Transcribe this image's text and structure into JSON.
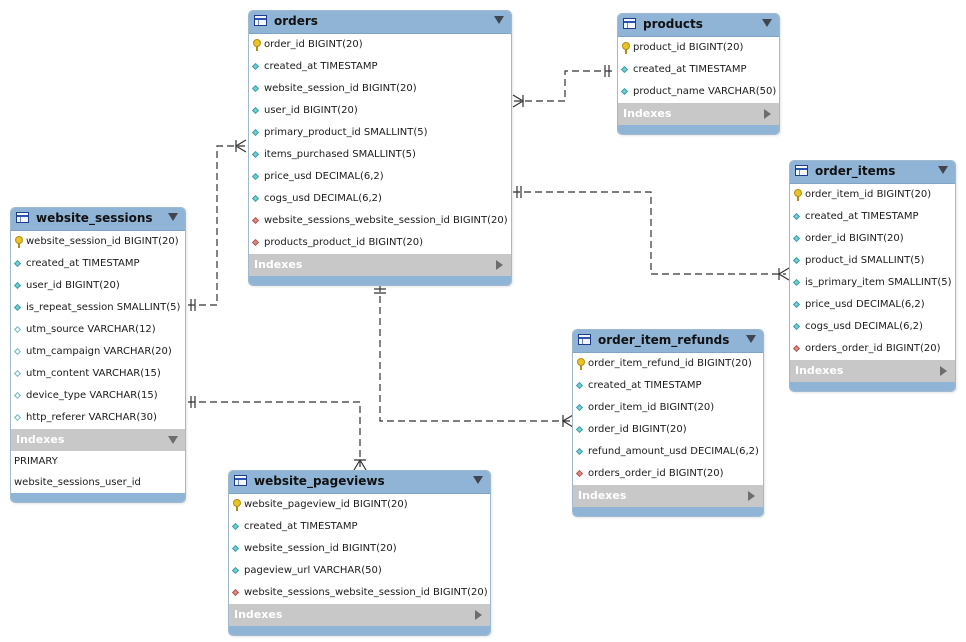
{
  "colors": {
    "header": "#8fb4d6",
    "indexes_bar": "#c8c8c8",
    "line": "#333333"
  },
  "tables": {
    "orders": {
      "name": "orders",
      "columns": [
        "order_id BIGINT(20)",
        "created_at TIMESTAMP",
        "website_session_id BIGINT(20)",
        "user_id BIGINT(20)",
        "primary_product_id SMALLINT(5)",
        "items_purchased SMALLINT(5)",
        "price_usd DECIMAL(6,2)",
        "cogs_usd DECIMAL(6,2)",
        "website_sessions_website_session_id BIGINT(20)",
        "products_product_id BIGINT(20)"
      ],
      "icons": [
        "key-icon",
        "nonnull-column-icon",
        "nonnull-column-icon",
        "nonnull-column-icon",
        "nonnull-column-icon",
        "nonnull-column-icon",
        "nonnull-column-icon",
        "nonnull-column-icon",
        "foreign-key-icon",
        "foreign-key-icon"
      ],
      "indexes_label": "Indexes",
      "indexes": []
    },
    "products": {
      "name": "products",
      "columns": [
        "product_id BIGINT(20)",
        "created_at TIMESTAMP",
        "product_name VARCHAR(50)"
      ],
      "icons": [
        "key-icon",
        "nonnull-column-icon",
        "nonnull-column-icon"
      ],
      "indexes_label": "Indexes",
      "indexes": []
    },
    "order_items": {
      "name": "order_items",
      "columns": [
        "order_item_id BIGINT(20)",
        "created_at TIMESTAMP",
        "order_id BIGINT(20)",
        "product_id SMALLINT(5)",
        "is_primary_item SMALLINT(5)",
        "price_usd DECIMAL(6,2)",
        "cogs_usd DECIMAL(6,2)",
        "orders_order_id BIGINT(20)"
      ],
      "icons": [
        "key-icon",
        "nonnull-column-icon",
        "nonnull-column-icon",
        "nonnull-column-icon",
        "nonnull-column-icon",
        "nonnull-column-icon",
        "nonnull-column-icon",
        "foreign-key-icon"
      ],
      "indexes_label": "Indexes",
      "indexes": []
    },
    "website_sessions": {
      "name": "website_sessions",
      "columns": [
        "website_session_id BIGINT(20)",
        "created_at TIMESTAMP",
        "user_id BIGINT(20)",
        "is_repeat_session SMALLINT(5)",
        "utm_source VARCHAR(12)",
        "utm_campaign VARCHAR(20)",
        "utm_content VARCHAR(15)",
        "device_type VARCHAR(15)",
        "http_referer VARCHAR(30)"
      ],
      "icons": [
        "key-icon",
        "nonnull-column-icon",
        "nonnull-column-icon",
        "nonnull-column-icon",
        "nullable-column-icon",
        "nullable-column-icon",
        "nullable-column-icon",
        "nullable-column-icon",
        "nullable-column-icon"
      ],
      "indexes_label": "Indexes",
      "indexes": [
        "PRIMARY",
        "website_sessions_user_id"
      ]
    },
    "order_item_refunds": {
      "name": "order_item_refunds",
      "columns": [
        "order_item_refund_id BIGINT(20)",
        "created_at TIMESTAMP",
        "order_item_id BIGINT(20)",
        "order_id BIGINT(20)",
        "refund_amount_usd DECIMAL(6,2)",
        "orders_order_id BIGINT(20)"
      ],
      "icons": [
        "key-icon",
        "nonnull-column-icon",
        "nonnull-column-icon",
        "nonnull-column-icon",
        "nonnull-column-icon",
        "foreign-key-icon"
      ],
      "indexes_label": "Indexes",
      "indexes": []
    },
    "website_pageviews": {
      "name": "website_pageviews",
      "columns": [
        "website_pageview_id BIGINT(20)",
        "created_at TIMESTAMP",
        "website_session_id BIGINT(20)",
        "pageview_url VARCHAR(50)",
        "website_sessions_website_session_id BIGINT(20)"
      ],
      "icons": [
        "key-icon",
        "nonnull-column-icon",
        "nonnull-column-icon",
        "nonnull-column-icon",
        "foreign-key-icon"
      ],
      "indexes_label": "Indexes",
      "indexes": []
    }
  },
  "relationships": [
    {
      "from": "products",
      "to": "orders",
      "type": "one-to-many"
    },
    {
      "from": "orders",
      "to": "order_items",
      "type": "one-to-many"
    },
    {
      "from": "website_sessions",
      "to": "orders",
      "type": "one-to-many"
    },
    {
      "from": "orders",
      "to": "order_item_refunds",
      "type": "one-to-many"
    },
    {
      "from": "website_sessions",
      "to": "website_pageviews",
      "type": "one-to-many"
    }
  ]
}
